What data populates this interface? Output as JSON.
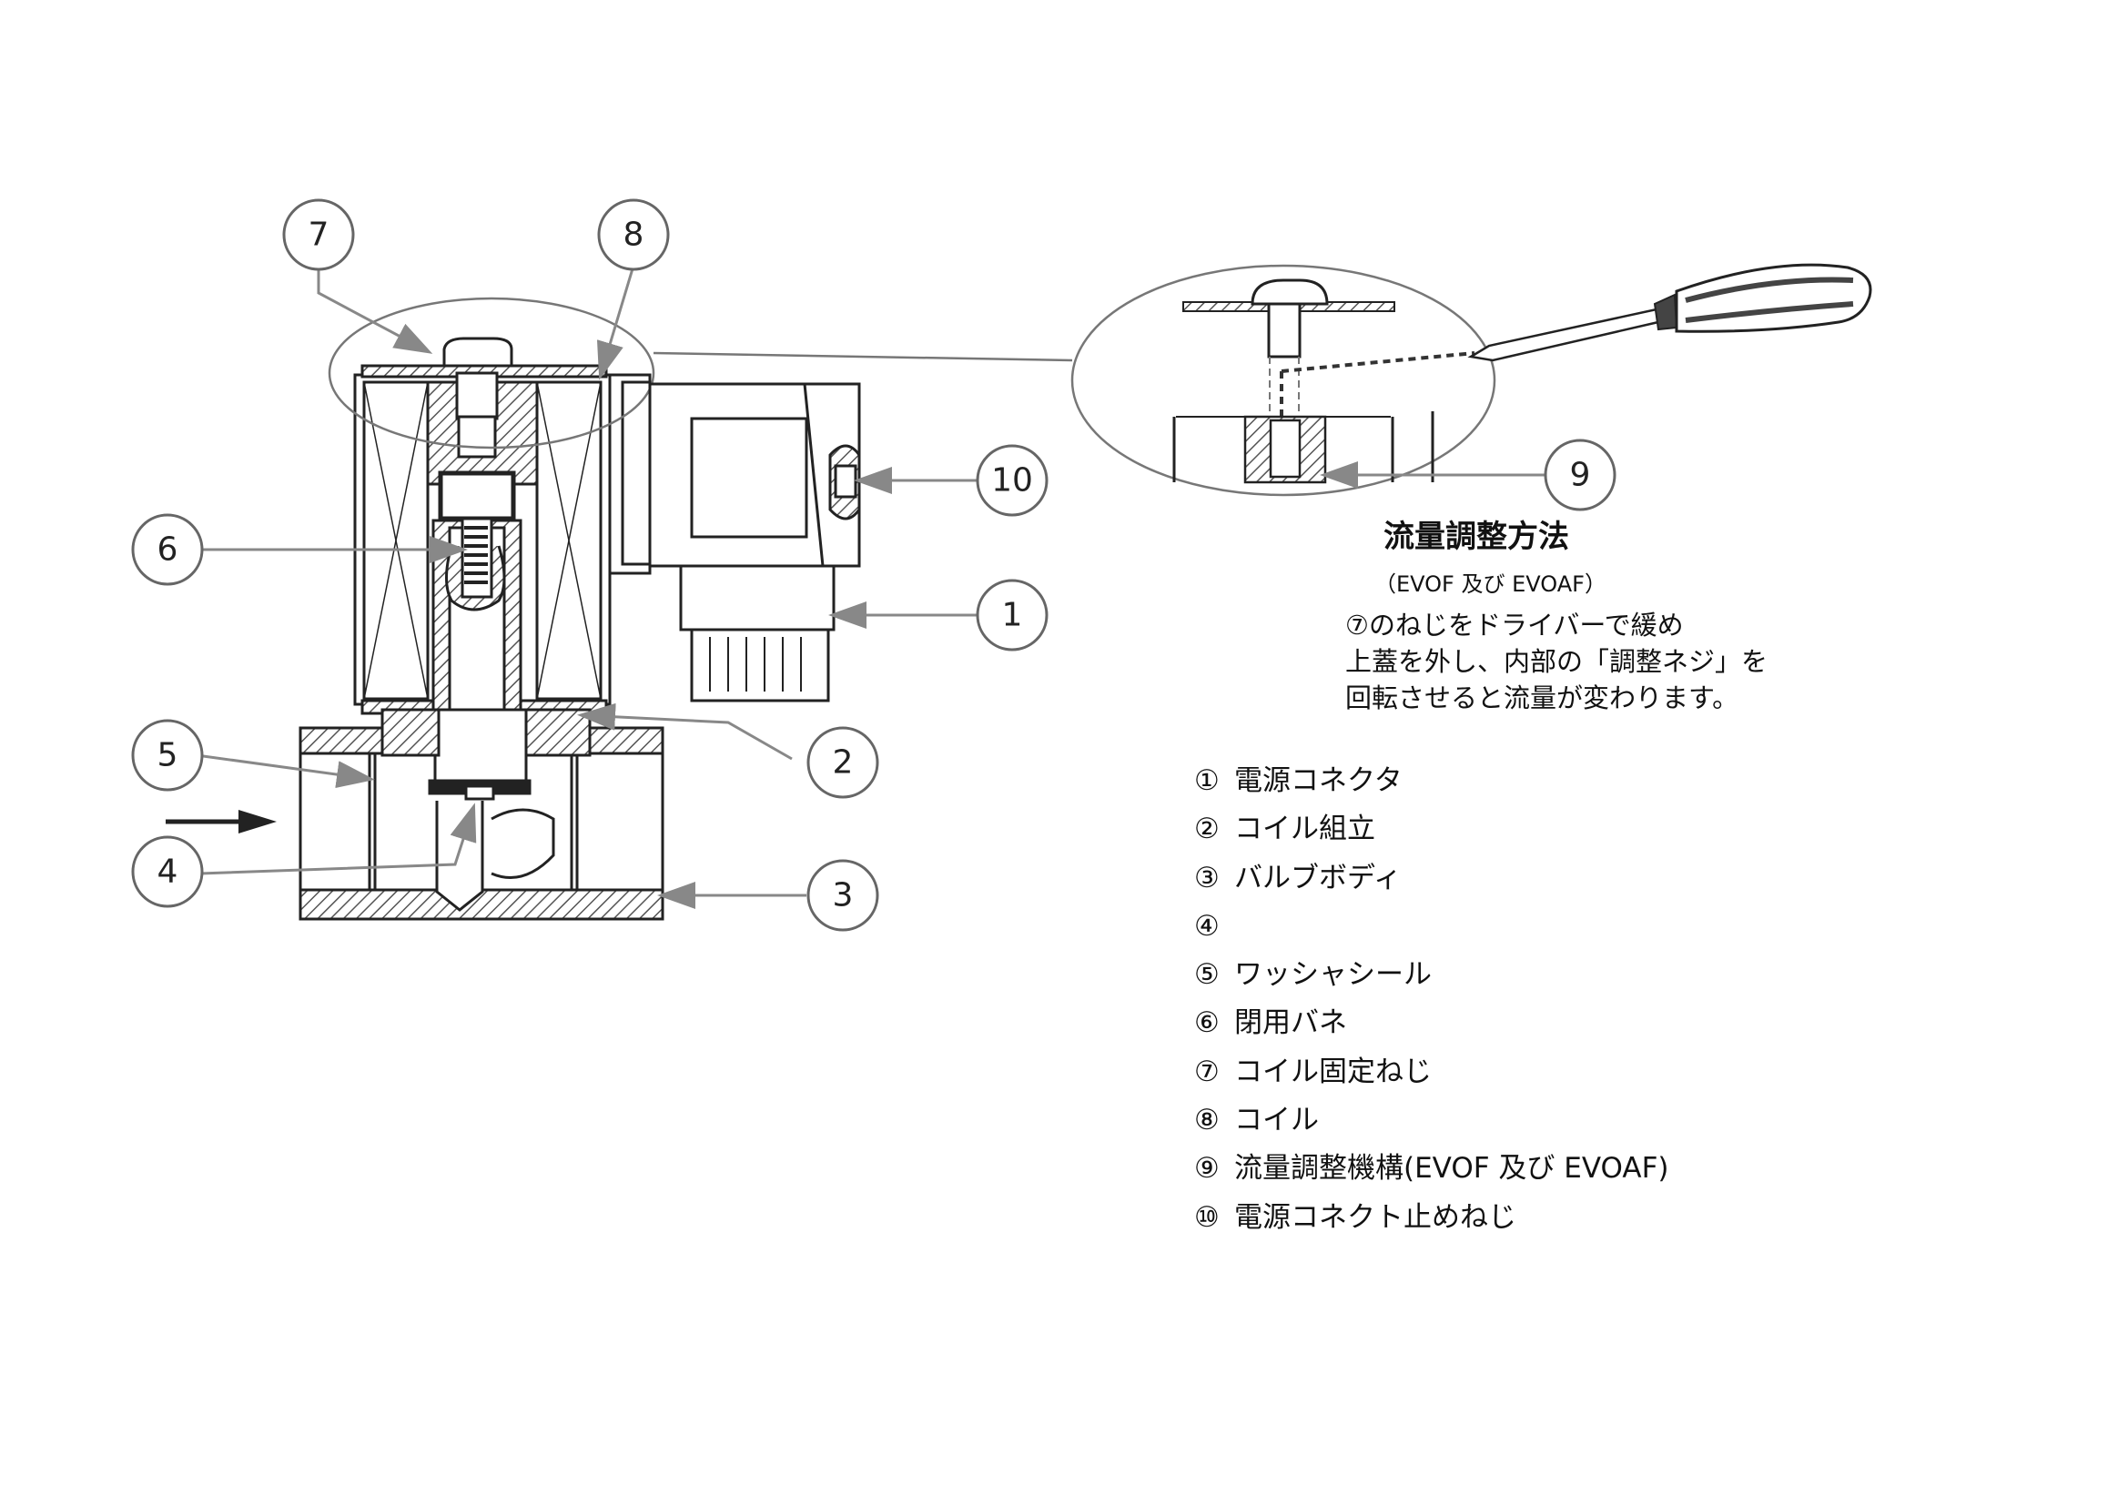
{
  "callouts": [
    {
      "id": "1",
      "label": "1"
    },
    {
      "id": "2",
      "label": "2"
    },
    {
      "id": "3",
      "label": "3"
    },
    {
      "id": "4",
      "label": "4"
    },
    {
      "id": "5",
      "label": "5"
    },
    {
      "id": "6",
      "label": "6"
    },
    {
      "id": "7",
      "label": "7"
    },
    {
      "id": "8",
      "label": "8"
    },
    {
      "id": "9",
      "label": "9"
    },
    {
      "id": "10",
      "label": "10"
    }
  ],
  "method": {
    "title": "流量調整方法",
    "subtitle": "（EVOF 及び EVOAF）",
    "lines": [
      "⑦のねじをドライバーで緩め",
      "上蓋を外し、内部の「調整ネジ」を",
      "回転させると流量が変わります。"
    ]
  },
  "legend": [
    {
      "mark": "①",
      "text": "電源コネクタ"
    },
    {
      "mark": "②",
      "text": "コイル組立"
    },
    {
      "mark": "③",
      "text": "バルブボディ"
    },
    {
      "mark": "④",
      "text": ""
    },
    {
      "mark": "⑤",
      "text": "ワッシャシール"
    },
    {
      "mark": "⑥",
      "text": "閉用バネ"
    },
    {
      "mark": "⑦",
      "text": "コイル固定ねじ"
    },
    {
      "mark": "⑧",
      "text": "コイル"
    },
    {
      "mark": "⑨",
      "text": "流量調整機構(EVOF 及び EVOAF)"
    },
    {
      "mark": "⑩",
      "text": "電源コネクト止めねじ"
    }
  ],
  "colors": {
    "line": "#222222",
    "hatch": "#555555",
    "leader": "#777777",
    "handle": "#444444"
  }
}
